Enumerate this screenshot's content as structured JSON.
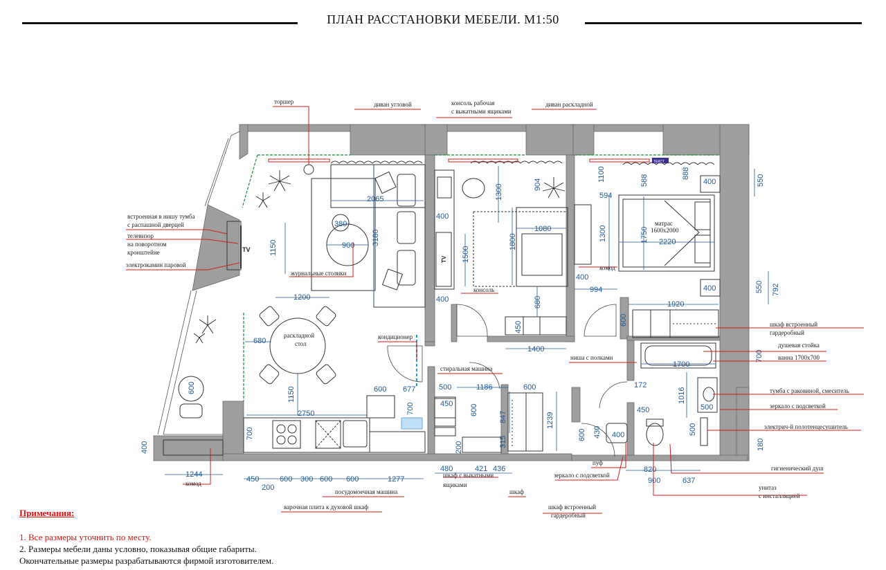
{
  "title": "ПЛАН РАССТАНОВКИ МЕБЕЛИ. М1:50",
  "colors": {
    "wall": "#9e9e9e",
    "dim": "#1d5a9a",
    "leader": "#d11a1a",
    "green": "#1b8a3a",
    "furniture": "#333333"
  },
  "labels": {
    "torsher": "торшер",
    "divan_uglovoy": "диван угловой",
    "konsol_rabochaya": [
      "консоль рабочая",
      "с выкатными ящиками"
    ],
    "divan_raskladnoy": "диван раскладной",
    "tumba_tv": [
      "встроенная в нишу тумба",
      "с распашной дверцей"
    ],
    "televizor": [
      "телевизор",
      "на поворотном",
      "кронштейне"
    ],
    "elektrokamin": "электрокамин паровой",
    "zhurnalnye": "журнальные столики",
    "konsol": "консоль",
    "stol": [
      "раскладной",
      "стол"
    ],
    "kondicioner": "кондиционер",
    "stiralnaya": "стиральная машина",
    "matras": [
      "матрас",
      "1600х2000"
    ],
    "komod_bed": "комод",
    "shkaf_garderob": [
      "шкаф встроенный",
      "гардеробный"
    ],
    "dush_stoyka": "душевая стойка",
    "vanna": "ванна 1700х700",
    "nisha_polki": "ниша с полками",
    "tumba_rakovina": "тумба с раковиной, смеситель",
    "zerkalo_podsvetka": "зеркало с подсветкой",
    "polotencesushitel": "электрич-й полотенцесушитель",
    "gig_dush": "гигиенический душ",
    "unitaz": [
      "унитаз",
      "с инсталляцией"
    ],
    "puf": "пуф",
    "zerkalo_podsvetkoy2": "зеркало с подсветкой",
    "shkaf_yaschiki": [
      "шкаф с выкатными",
      "ящиками"
    ],
    "shkaf": "шкаф",
    "shkaf_garderob2": [
      "шкаф встроенный",
      "гардеробный"
    ],
    "posudomoechnaya": "посудомоечная машина",
    "varochnaya": "варочная плита к духовой шкаф",
    "komod_balcony": "комод",
    "tv": "TV",
    "tv2": "TV",
    "tekhn": "ТЕКСТ"
  },
  "dims": {
    "d2065": "2065",
    "d3180": "3180",
    "d380": "380",
    "d900": "900",
    "d1150": "1150",
    "d1200": "1200",
    "d680": "680",
    "d1150b": "1150",
    "d600": "600",
    "d2750": "2750",
    "d700": "700",
    "d400": "400",
    "d1244": "1244",
    "b450": "450",
    "b200": "200",
    "b600a": "600",
    "b300": "300",
    "b600b": "600",
    "b600c": "600",
    "b1277": "1277",
    "k400a": "400",
    "k1300": "1300",
    "k1500": "1500",
    "k904": "904",
    "k1080": "1080",
    "k1800": "1800",
    "k400b": "400",
    "k680": "680",
    "k450": "450",
    "k1400": "1400",
    "k700": "700",
    "k600": "600",
    "k677": "677",
    "l500": "500",
    "l1186": "1186",
    "l600": "600",
    "l450": "450",
    "l600b": "600",
    "l847": "847",
    "l1239": "1239",
    "l480": "480",
    "l200": "200",
    "l421": "421",
    "l436": "436",
    "l315": "315",
    "r1100": "1100",
    "r588": "588",
    "r888": "888",
    "r400a": "400",
    "r550a": "550",
    "r594": "594",
    "r1300": "1300",
    "r1750": "1750",
    "r2220": "2220",
    "r400b": "400",
    "r994": "994",
    "r400c": "400",
    "r550b": "550",
    "r792": "792",
    "r1920": "1920",
    "r600": "600",
    "r1700": "1700",
    "r700": "700",
    "r1016": "1016",
    "r500a": "500",
    "r450": "450",
    "r600b": "600",
    "r430": "430",
    "r400d": "400",
    "r500b": "500",
    "r820": "820",
    "r900": "900",
    "r637": "637",
    "r180": "180",
    "r172": "172"
  },
  "notes": {
    "title": "Примечания:",
    "n1": "1. Все размеры уточнить по месту.",
    "n2": "2. Размеры мебели даны условно, показывая общие габариты.",
    "n3": "Окончательные размеры разрабатываются фирмой изготовителем."
  }
}
